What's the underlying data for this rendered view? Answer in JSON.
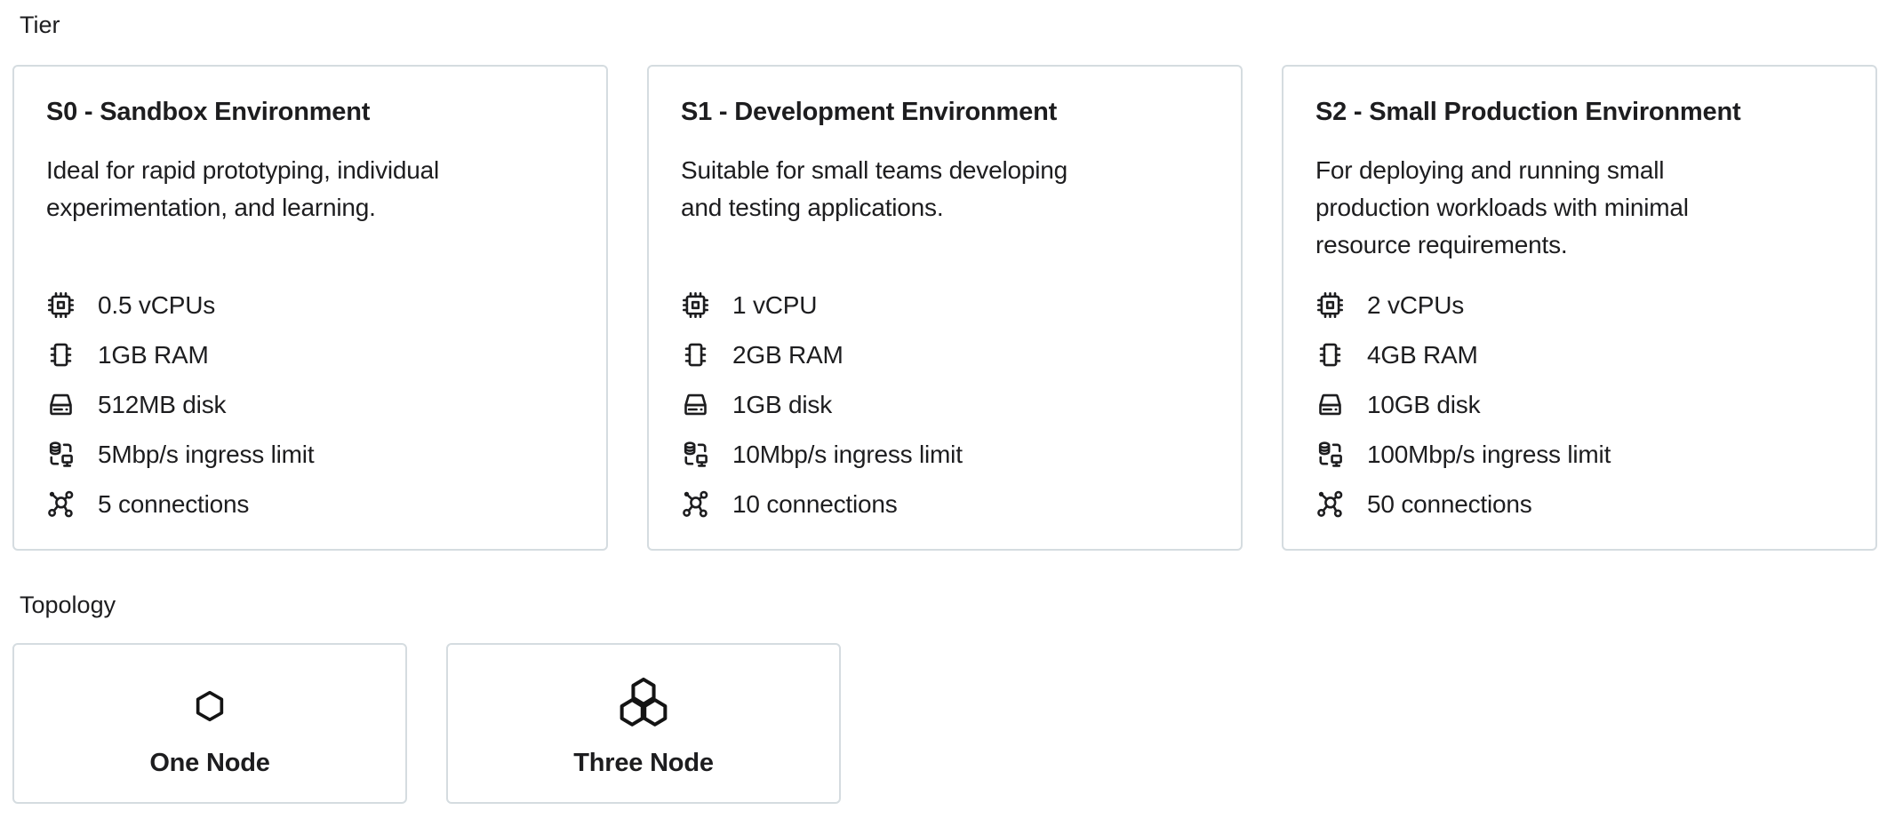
{
  "tier_section": {
    "label": "Tier",
    "cards": [
      {
        "title": "S0 - Sandbox Environment",
        "description_lines": {
          "0": "Ideal for rapid prototyping, individual",
          "1": "experimentation, and learning."
        },
        "specs": [
          {
            "icon": "cpu-icon",
            "label": "0.5 vCPUs"
          },
          {
            "icon": "ram-icon",
            "label": "1GB RAM"
          },
          {
            "icon": "disk-icon",
            "label": "512MB disk"
          },
          {
            "icon": "ingress-icon",
            "label": "5Mbp/s ingress limit"
          },
          {
            "icon": "connections-icon",
            "label": "5 connections"
          }
        ]
      },
      {
        "title": "S1 - Development Environment",
        "description_lines": {
          "0": "Suitable for small teams developing",
          "1": "and testing applications."
        },
        "specs": [
          {
            "icon": "cpu-icon",
            "label": "1 vCPU"
          },
          {
            "icon": "ram-icon",
            "label": "2GB RAM"
          },
          {
            "icon": "disk-icon",
            "label": "1GB disk"
          },
          {
            "icon": "ingress-icon",
            "label": "10Mbp/s ingress limit"
          },
          {
            "icon": "connections-icon",
            "label": "10 connections"
          }
        ]
      },
      {
        "title": "S2 - Small Production Environment",
        "description_lines": {
          "0": "For deploying and running small",
          "1": "production workloads with minimal",
          "2": "resource requirements."
        },
        "specs": [
          {
            "icon": "cpu-icon",
            "label": "2 vCPUs"
          },
          {
            "icon": "ram-icon",
            "label": "4GB RAM"
          },
          {
            "icon": "disk-icon",
            "label": "10GB disk"
          },
          {
            "icon": "ingress-icon",
            "label": "100Mbp/s ingress limit"
          },
          {
            "icon": "connections-icon",
            "label": "50 connections"
          }
        ]
      }
    ]
  },
  "topology_section": {
    "label": "Topology",
    "options": [
      {
        "icon": "one-node-icon",
        "label": "One Node"
      },
      {
        "icon": "three-node-icon",
        "label": "Three Node"
      }
    ]
  },
  "colors": {
    "background": "#ffffff",
    "card_border": "#d5dce0",
    "text": "#1d1d1f"
  }
}
